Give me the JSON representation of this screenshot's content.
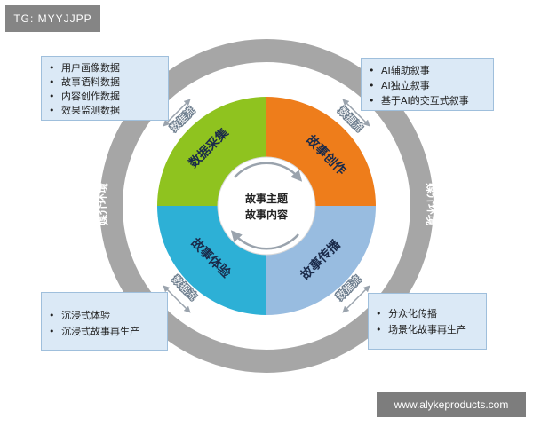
{
  "tag_label": "TG: MYYJJPP",
  "watermark": "www.alykeproducts.com",
  "center": {
    "line1": "故事主题",
    "line2": "故事内容"
  },
  "quadrants": {
    "top_left": {
      "label": "数据采集",
      "color": "#8fc31f"
    },
    "top_right": {
      "label": "故事创作",
      "color": "#ee7d1b"
    },
    "bottom_left": {
      "label": "故事体验",
      "color": "#2db0d6"
    },
    "bottom_right": {
      "label": "故事传播",
      "color": "#98bce0"
    }
  },
  "outer_ring": {
    "left_label": "媒介环境",
    "right_label": "媒介环境",
    "color": "#a6a6a6"
  },
  "data_flow_label": "数据流",
  "boxes": {
    "top_left": [
      "用户画像数据",
      "故事语料数据",
      "内容创作数据",
      "效果监测数据"
    ],
    "top_right": [
      "AI辅助叙事",
      "AI独立叙事",
      "基于AI的交互式叙事"
    ],
    "bottom_left": [
      "沉浸式体验",
      "沉浸式故事再生产"
    ],
    "bottom_right": [
      "分众化传播",
      "场景化故事再生产"
    ]
  }
}
